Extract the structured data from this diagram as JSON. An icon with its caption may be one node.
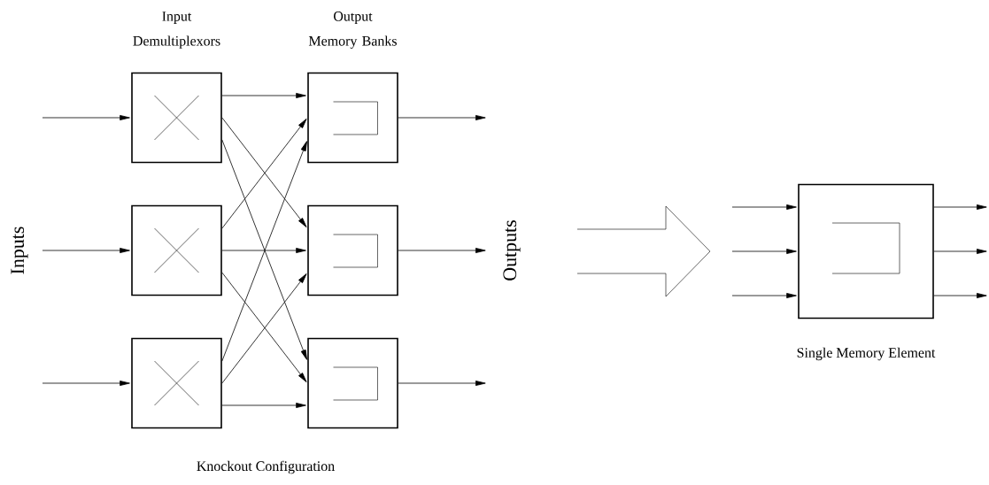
{
  "diagram": {
    "caption": "Knockout Configuration",
    "nodes": [
      {
        "text": [],
        "shape": "box"
      },
      {
        "text": [],
        "shape": "box"
      },
      {
        "text": [],
        "shape": "box"
      },
      {
        "text": [],
        "shape": "box"
      },
      {
        "text": [],
        "shape": "box"
      },
      {
        "text": [],
        "shape": "box"
      },
      {
        "text": [],
        "shape": "box",
        "beside": [
          "Single Memory Element"
        ]
      }
    ],
    "edges": [
      {
        "from": null,
        "to": 0,
        "arrow": "to"
      },
      {
        "from": null,
        "to": 1,
        "arrow": "to"
      },
      {
        "from": null,
        "to": 2,
        "arrow": "to"
      },
      {
        "from": 0,
        "to": 3,
        "arrow": "to"
      },
      {
        "from": 0,
        "to": 4,
        "arrow": "to"
      },
      {
        "from": 0,
        "to": 5,
        "arrow": "to"
      },
      {
        "from": 1,
        "to": 3,
        "arrow": "to"
      },
      {
        "from": 1,
        "to": 4,
        "arrow": "to"
      },
      {
        "from": 1,
        "to": 5,
        "arrow": "to"
      },
      {
        "from": 2,
        "to": 3,
        "arrow": "to"
      },
      {
        "from": 2,
        "to": 4,
        "arrow": "to"
      },
      {
        "from": 2,
        "to": 5,
        "arrow": "to"
      },
      {
        "from": 3,
        "to": null,
        "arrow": "to"
      },
      {
        "from": 4,
        "to": null,
        "arrow": "to"
      },
      {
        "from": 5,
        "to": null,
        "arrow": "to"
      },
      {
        "from": null,
        "to": 6,
        "arrow": "to"
      },
      {
        "from": null,
        "to": 6,
        "arrow": "to"
      },
      {
        "from": null,
        "to": 6,
        "arrow": "to"
      },
      {
        "from": 6,
        "to": null,
        "arrow": "to"
      },
      {
        "from": 6,
        "to": null,
        "arrow": "to"
      },
      {
        "from": 6,
        "to": null,
        "arrow": "to"
      }
    ],
    "labels": [
      "Input Demultiplexors",
      "Output Memory Banks",
      "Inputs",
      "Outputs"
    ]
  }
}
